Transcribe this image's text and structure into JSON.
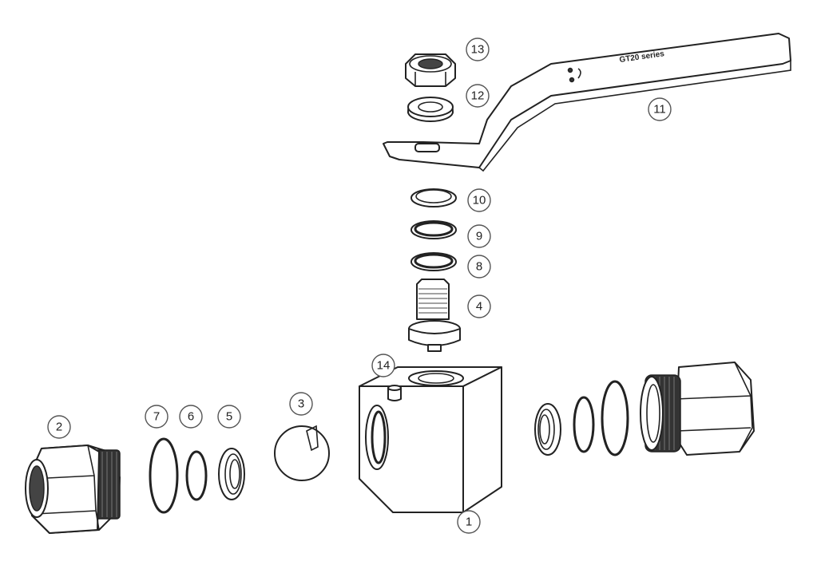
{
  "diagram": {
    "handle_engraving": "GT20 series",
    "callouts": [
      {
        "id": "1",
        "label": "1"
      },
      {
        "id": "2",
        "label": "2"
      },
      {
        "id": "3",
        "label": "3"
      },
      {
        "id": "4",
        "label": "4"
      },
      {
        "id": "5",
        "label": "5"
      },
      {
        "id": "6",
        "label": "6"
      },
      {
        "id": "7",
        "label": "7"
      },
      {
        "id": "8",
        "label": "8"
      },
      {
        "id": "9",
        "label": "9"
      },
      {
        "id": "10",
        "label": "10"
      },
      {
        "id": "11",
        "label": "11"
      },
      {
        "id": "12",
        "label": "12"
      },
      {
        "id": "13",
        "label": "13"
      },
      {
        "id": "14",
        "label": "14"
      }
    ],
    "colors": {
      "line": "#222222",
      "background": "#ffffff"
    }
  }
}
